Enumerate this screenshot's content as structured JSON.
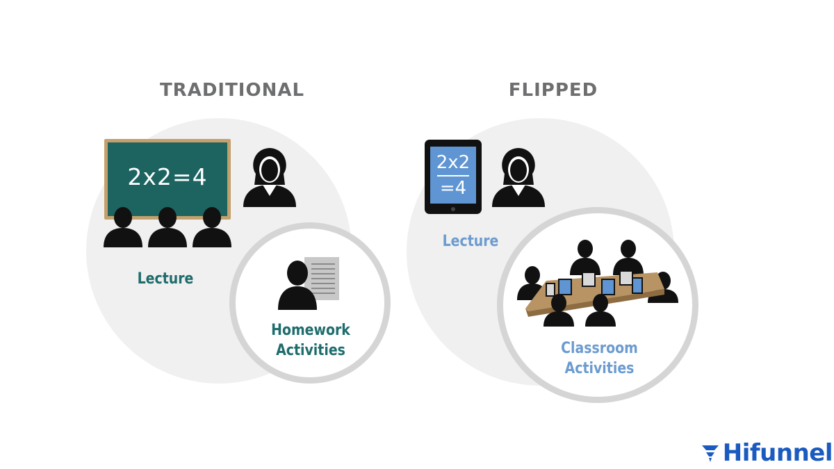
{
  "headings": {
    "traditional": "TRADITIONAL",
    "flipped": "FLIPPED"
  },
  "traditional": {
    "board_text": "2x2=4",
    "lecture_label": "Lecture",
    "homework_label_line1": "Homework",
    "homework_label_line2": "Activities"
  },
  "flipped": {
    "tablet_line1": "2x2",
    "tablet_line2": "=4",
    "lecture_label": "Lecture",
    "classroom_label_line1": "Classroom",
    "classroom_label_line2": "Activities"
  },
  "logo": {
    "text": "Hifunnel"
  },
  "colors": {
    "heading": "#6d6e70",
    "traditional_accent": "#1f6c6c",
    "flipped_accent": "#6b9bd0",
    "chalkboard": "#1d6461",
    "chalkboard_frame": "#c4a06c",
    "tablet_screen": "#5e95d2",
    "logo": "#1b5bbf"
  }
}
